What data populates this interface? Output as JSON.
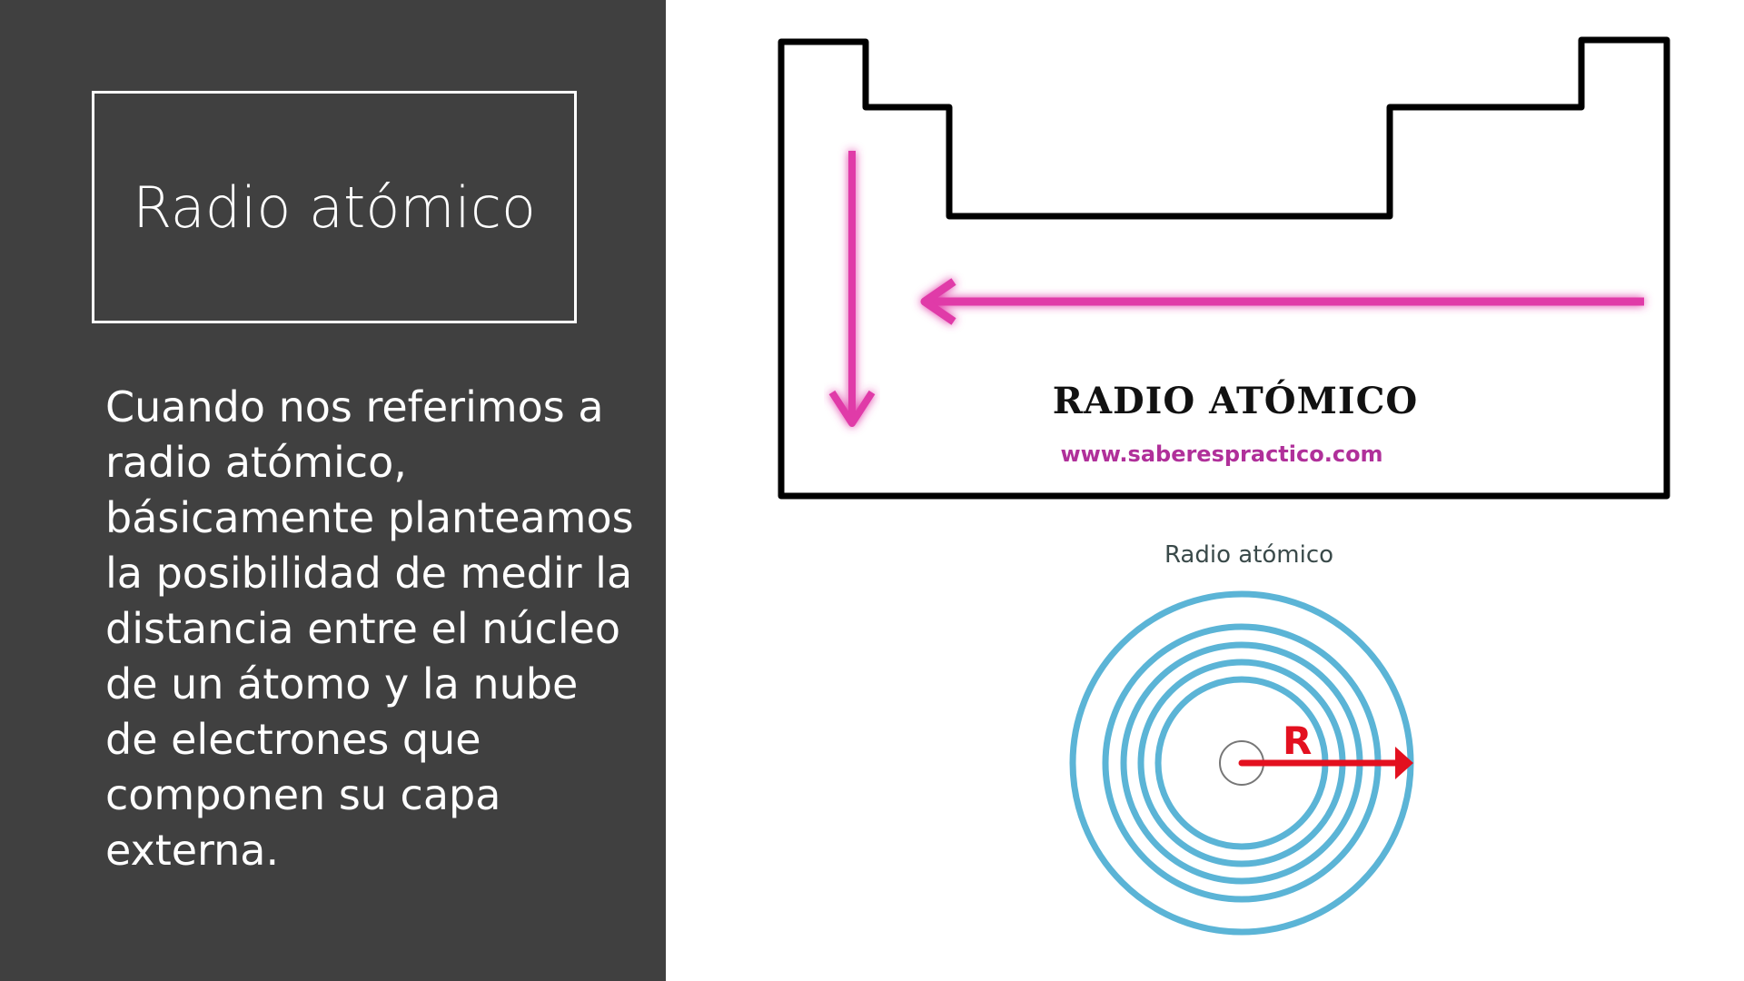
{
  "slide": {
    "title": "Radio atómico",
    "body_lines": [
      "Cuando nos referimos a",
      "radio atómico,",
      "básicamente planteamos",
      "la posibilidad de medir la",
      "distancia entre el núcleo",
      "de un átomo y la nube",
      "de electrones que",
      "componen su capa",
      "externa."
    ]
  },
  "periodic_trend_figure": {
    "heading": "RADIO ATÓMICO",
    "source": "www.saberespractico.com",
    "arrow_color": "#e03aa8",
    "arrows": [
      "down-arrow (increases down a group)",
      "left-arrow (increases right to left across a period)"
    ]
  },
  "atom_figure": {
    "label": "Radio atómico",
    "radius_label": "R",
    "ring_color": "#5bb4d6",
    "arrow_color": "#e3101f",
    "ring_count": 5
  },
  "colors": {
    "panel_bg": "#404040",
    "text": "#ffffff"
  }
}
